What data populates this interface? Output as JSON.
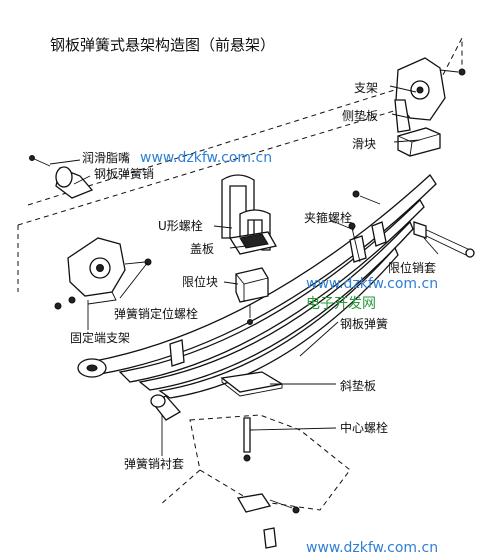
{
  "title": "钢板弹簧式悬架构造图（前悬架）",
  "labels": {
    "support": "支架",
    "side_pad": "侧垫板",
    "slider": "滑块",
    "grease_nipple": "润滑脂嘴",
    "leaf_spring_pin": "钢板弹簧销",
    "u_bolt": "U形螺栓",
    "clamp_bolt": "夹箍螺栓",
    "cover_plate": "盖板",
    "limit_block": "限位块",
    "limit_sleeve": "限位销套",
    "pin_lock_bolt": "弹簧销定位螺栓",
    "fixed_bracket": "固定端支架",
    "leaf_spring": "钢板弹簧",
    "wedge_plate": "斜垫板",
    "center_bolt": "中心螺栓",
    "bushing": "弹簧销衬套"
  },
  "watermarks": {
    "top": "www.dzkfw.com.cn",
    "middle_cn": "电子开发网",
    "middle": "www.dzkfw.com.cn",
    "bottom": "www.dzkfw.com.cn"
  },
  "colors": {
    "watermark": "#2e7fd6",
    "watermark_cn": "#2a9a3c",
    "ink": "#111111"
  }
}
